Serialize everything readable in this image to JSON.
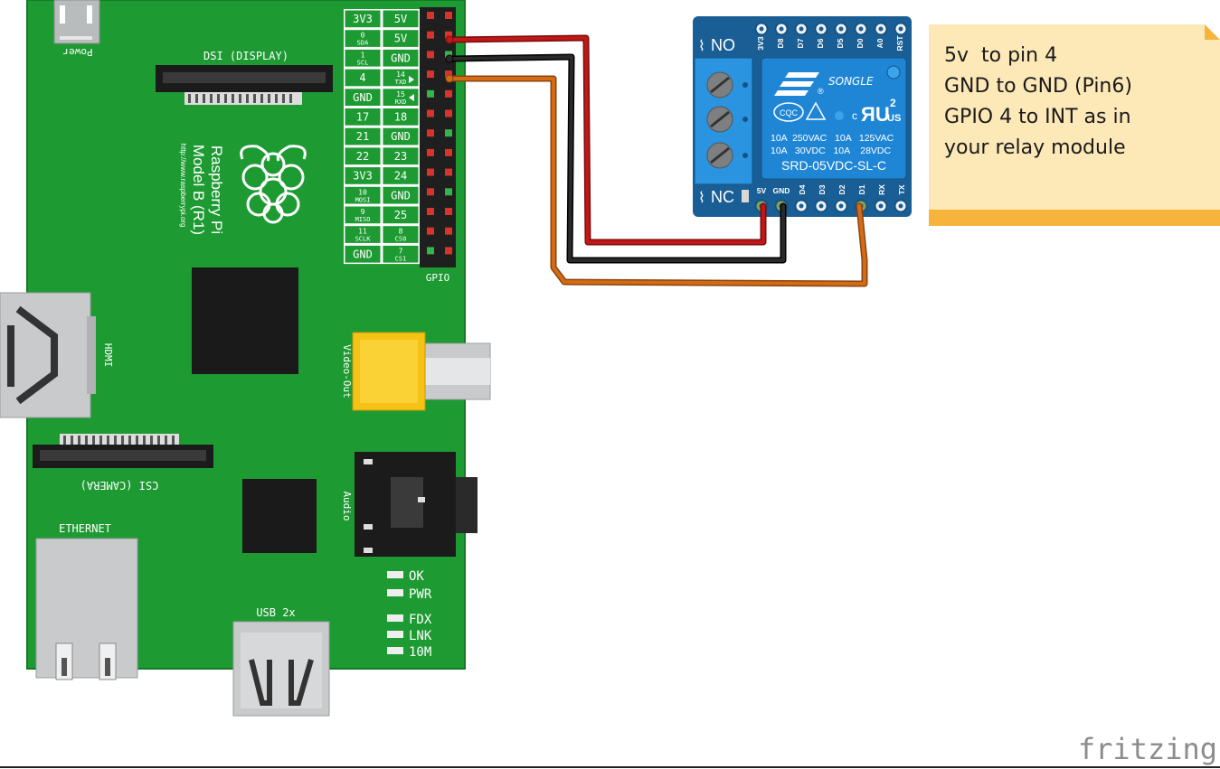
{
  "note": {
    "lines": [
      "5v  to pin 4",
      "GND to GND (Pin6)",
      "GPIO 4 to INT as in",
      "your relay module"
    ]
  },
  "watermark": "fritzing",
  "raspberry_pi": {
    "power_label": "Power",
    "dsi_label": "DSI (DISPLAY)",
    "brand_line1": "Raspberry Pi",
    "brand_line2": "Model B (R1)",
    "url": "http://www.raspberrypi.org",
    "hdmi_label": "HDMI",
    "csi_label": "CSI (CAMERA)",
    "video_label": "Video-Out",
    "audio_label": "Audio",
    "ethernet_label": "ETHERNET",
    "usb_label": "USB 2x",
    "gpio_label": "GPIO",
    "leds": [
      "OK",
      "PWR",
      "FDX",
      "LNK",
      "10M"
    ],
    "gpio_left": [
      {
        "main": "3V3",
        "sub": ""
      },
      {
        "main": "0",
        "sub": "SDA"
      },
      {
        "main": "1",
        "sub": "SCL"
      },
      {
        "main": "4",
        "sub": ""
      },
      {
        "main": "GND",
        "sub": ""
      },
      {
        "main": "17",
        "sub": ""
      },
      {
        "main": "21",
        "sub": ""
      },
      {
        "main": "22",
        "sub": ""
      },
      {
        "main": "3V3",
        "sub": ""
      },
      {
        "main": "10",
        "sub": "MOSI"
      },
      {
        "main": "9",
        "sub": "MISO"
      },
      {
        "main": "11",
        "sub": "SCLK"
      },
      {
        "main": "GND",
        "sub": ""
      }
    ],
    "gpio_right": [
      {
        "main": "5V",
        "sub": ""
      },
      {
        "main": "5V",
        "sub": ""
      },
      {
        "main": "GND",
        "sub": ""
      },
      {
        "main": "14",
        "sub": "TXD"
      },
      {
        "main": "15",
        "sub": "RXD"
      },
      {
        "main": "18",
        "sub": ""
      },
      {
        "main": "GND",
        "sub": ""
      },
      {
        "main": "23",
        "sub": ""
      },
      {
        "main": "24",
        "sub": ""
      },
      {
        "main": "GND",
        "sub": ""
      },
      {
        "main": "25",
        "sub": ""
      },
      {
        "main": "8",
        "sub": "CS0"
      },
      {
        "main": "7",
        "sub": "CS1"
      }
    ]
  },
  "relay": {
    "no_label": "NO",
    "nc_label": "NC",
    "top_pins": [
      "3V3",
      "D8",
      "D7",
      "D6",
      "D5",
      "D0",
      "A0",
      "RST"
    ],
    "bottom_pins": [
      "5V",
      "GND",
      "D4",
      "D3",
      "D2",
      "D1",
      "RX",
      "TX"
    ],
    "brand": "SONGLE",
    "rating1": "10A  250VAC   10A   125VAC",
    "rating2": "10A   30VDC   10A    28VDC",
    "model": "SRD-05VDC-SL-C",
    "cert": "CQC",
    "ul": "c",
    "us": "US",
    "num": "2"
  },
  "colors": {
    "board": "#1e9a33",
    "wire_red": "#c01717",
    "wire_black": "#141414",
    "wire_orange": "#d36b14",
    "relay_blue": "#1a5e96",
    "relay_body": "#1f86d6",
    "note_bg": "#fde8b8",
    "note_bar": "#f6b43c"
  }
}
